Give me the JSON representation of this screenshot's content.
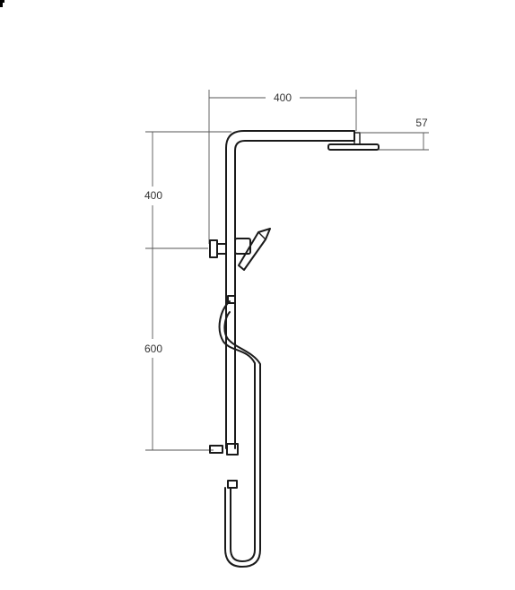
{
  "diagram": {
    "dimensions": {
      "arm_width": "400",
      "head_thickness": "57",
      "upper_height": "400",
      "lower_height": "600"
    }
  }
}
